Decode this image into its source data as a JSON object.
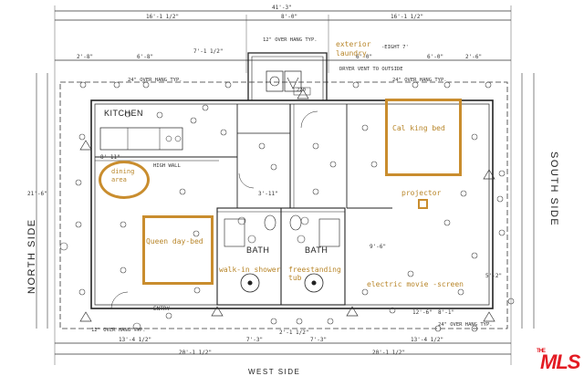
{
  "dimensions": {
    "overall_top": "41'-3\"",
    "top_left": "16'-1 1/2\"",
    "top_mid": "8'-0\"",
    "top_right": "16'-1 1/2\"",
    "left_2": "2'-8\"",
    "left_6": "6'-8\"",
    "mid_71": "7'-1 1/2\"",
    "mid_60": "6'-0\"",
    "right_60": "6'-0\"",
    "right_26": "2'-6\"",
    "bottom_left": "20'-1 1/2\"",
    "bottom_right": "20'-1 1/2\"",
    "bottom_13": "13'-4 1/2\"",
    "bottom_13b": "13'-4 1/2\"",
    "bottom_7a": "7'-3\"",
    "bottom_7b": "7'-3\"",
    "bottom_212": "2'-1 1/2\"",
    "dim_811": "8'-11\"",
    "dim_311": "3'-11\"",
    "dim_96": "9'-6\"",
    "dim_52": "5'-2\"",
    "dim_216": "21'-6\"",
    "dim_1261": "12'-6\"",
    "dim_81": "8'-1\""
  },
  "notes": {
    "overhang_top": "12\" OVER HANG TYP.",
    "overhang_left": "24\" OVER HANG TYP.",
    "overhang_right": "24\" OVER HANG TYP.",
    "overhang_bottom": "24\" OVER HANG TYP.",
    "overhang_bottom_left": "12\" OVER HANG TYP.",
    "dryer": "DRYER VENT TO OUTSIDE",
    "eight": "-EIGHT 7'",
    "high_wall": "HIGH WALL",
    "dim_220": "220"
  },
  "rooms": {
    "kitchen": "KITCHEN",
    "bath1": "BATH",
    "bath2": "BATH",
    "entry": "ENTRY"
  },
  "sides": {
    "north": "NORTH SIDE",
    "south": "SOUTH SIDE",
    "west": "WEST SIDE"
  },
  "annotations": {
    "exterior_laundry": "exterior laundry",
    "cal_king": "Cal king bed",
    "dining": "dining area",
    "projector": "projector",
    "queen": "Queen day-bed",
    "walkin_shower": "walk-in shower",
    "freestanding_tub": "freestanding tub",
    "movie_screen": "electric movie -screen"
  },
  "logo": {
    "the": "THE",
    "mls": "MLS"
  },
  "colors": {
    "annotation": "#c98d2e",
    "lines": "#333333",
    "logo": "#e31b23"
  }
}
